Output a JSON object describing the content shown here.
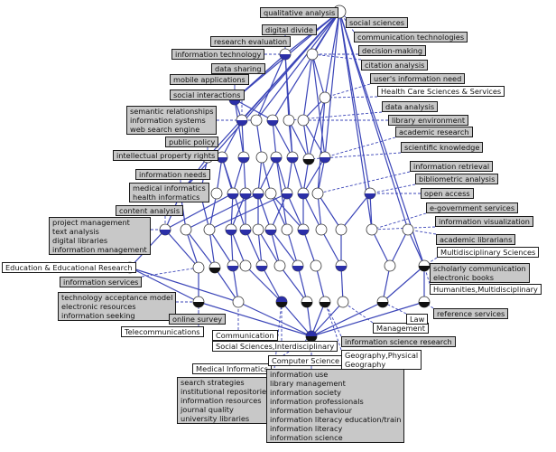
{
  "colors": {
    "edge": "#3b45b8",
    "dash": "#3b45b8",
    "node_fill": "#ffffff",
    "node_half": "#2b2fa8",
    "node_dark": "#111111",
    "label_grey": "#c8c8c8",
    "label_white": "#ffffff"
  },
  "labels": [
    {
      "key": "qualitative_analysis",
      "text": "qualitative analysis",
      "style": "grey"
    },
    {
      "key": "digital_divide",
      "text": "digital divide",
      "style": "grey"
    },
    {
      "key": "research_evaluation",
      "text": "research evaluation",
      "style": "grey"
    },
    {
      "key": "information_technology",
      "text": "information technology",
      "style": "grey"
    },
    {
      "key": "data_sharing",
      "text": "data sharing",
      "style": "grey"
    },
    {
      "key": "mobile_applications",
      "text": "mobile applications",
      "style": "grey"
    },
    {
      "key": "social_interactions",
      "text": "social interactions",
      "style": "grey"
    },
    {
      "key": "semantic_block",
      "text": "semantic relationships\ninformation systems\nweb search engine",
      "style": "grey"
    },
    {
      "key": "public_policy",
      "text": "public policy",
      "style": "grey"
    },
    {
      "key": "intellectual_property",
      "text": "intellectual property rights",
      "style": "grey"
    },
    {
      "key": "information_needs",
      "text": "information needs",
      "style": "grey"
    },
    {
      "key": "medical_block",
      "text": "medical informatics\nhealth informatics",
      "style": "grey"
    },
    {
      "key": "content_analysis",
      "text": "content analysis",
      "style": "grey"
    },
    {
      "key": "project_block",
      "text": "project management\ntext analysis\ndigital libraries\ninformation management",
      "style": "grey"
    },
    {
      "key": "education_research",
      "text": "Education & Educational Research",
      "style": "white"
    },
    {
      "key": "information_services",
      "text": "information services",
      "style": "grey"
    },
    {
      "key": "technology_block",
      "text": "technology acceptance model\nelectronic resources\ninformation seeking",
      "style": "grey"
    },
    {
      "key": "online_survey",
      "text": "online survey",
      "style": "grey"
    },
    {
      "key": "telecommunications",
      "text": "Telecommunications",
      "style": "white"
    },
    {
      "key": "communication",
      "text": "Communication",
      "style": "white"
    },
    {
      "key": "social_sciences_inter",
      "text": "Social Sciences,Interdisciplinary",
      "style": "white"
    },
    {
      "key": "medical_informatics_cat",
      "text": "Medical Informatics",
      "style": "white"
    },
    {
      "key": "search_block",
      "text": "search strategies\ninstitutional repositories\ninformation resources\njournal quality\nuniversity libraries",
      "style": "grey"
    },
    {
      "key": "computer_science",
      "text": "Computer Science",
      "style": "white"
    },
    {
      "key": "info_use_block",
      "text": "information use\nlibrary management\ninformation society\ninformation professionals\ninformation behaviour\ninformation literacy education/train\ninformation literacy\ninformation science",
      "style": "grey"
    },
    {
      "key": "geography",
      "text": "Geography,Physical\nGeography",
      "style": "white"
    },
    {
      "key": "info_science_research",
      "text": "information science research",
      "style": "grey"
    },
    {
      "key": "management",
      "text": "Management",
      "style": "white"
    },
    {
      "key": "law",
      "text": "Law",
      "style": "white"
    },
    {
      "key": "reference_services",
      "text": "reference services",
      "style": "grey"
    },
    {
      "key": "humanities",
      "text": "Humanities,Multidisciplinary",
      "style": "white"
    },
    {
      "key": "scholarly_block",
      "text": "scholarly communication\nelectronic books",
      "style": "grey"
    },
    {
      "key": "multidisciplinary_sciences",
      "text": "Multidisciplinary Sciences",
      "style": "white"
    },
    {
      "key": "academic_librarians",
      "text": "academic librarians",
      "style": "grey"
    },
    {
      "key": "information_visualization",
      "text": "information visualization",
      "style": "grey"
    },
    {
      "key": "egovernment",
      "text": "e-government services",
      "style": "grey"
    },
    {
      "key": "open_access",
      "text": "open access",
      "style": "grey"
    },
    {
      "key": "bibliometric",
      "text": "bibliometric analysis",
      "style": "grey"
    },
    {
      "key": "information_retrieval",
      "text": "information retrieval",
      "style": "grey"
    },
    {
      "key": "scientific_knowledge",
      "text": "scientific knowledge",
      "style": "grey"
    },
    {
      "key": "academic_research",
      "text": "academic research",
      "style": "grey"
    },
    {
      "key": "library_environment",
      "text": "library environment",
      "style": "grey"
    },
    {
      "key": "data_analysis",
      "text": "data analysis",
      "style": "grey"
    },
    {
      "key": "health_care",
      "text": "Health Care Sciences & Services",
      "style": "white"
    },
    {
      "key": "users_information_need",
      "text": "user's information need",
      "style": "grey"
    },
    {
      "key": "citation_analysis",
      "text": "citation analysis",
      "style": "grey"
    },
    {
      "key": "decision_making",
      "text": "decision-making",
      "style": "grey"
    },
    {
      "key": "communication_technologies",
      "text": "communication technologies",
      "style": "grey"
    },
    {
      "key": "social_sciences",
      "text": "social sciences",
      "style": "grey"
    }
  ]
}
